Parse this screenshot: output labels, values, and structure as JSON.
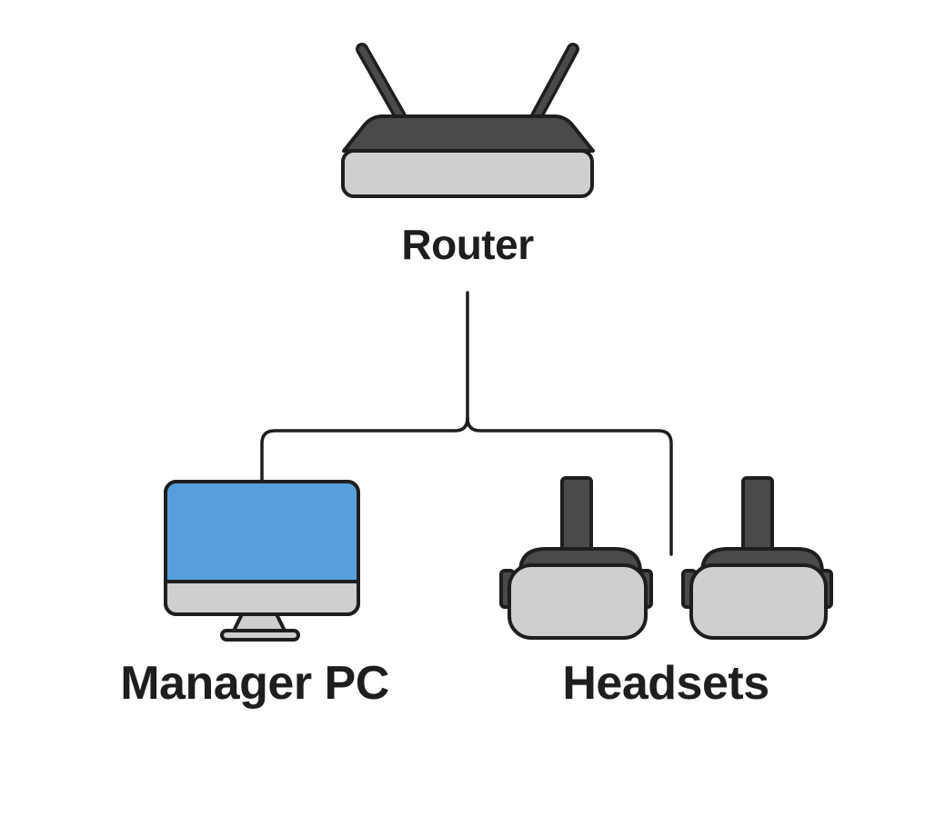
{
  "nodes": {
    "router": {
      "label": "Router",
      "icon": "router-icon"
    },
    "manager_pc": {
      "label": "Manager PC",
      "icon": "monitor-icon"
    },
    "headsets": {
      "label": "Headsets",
      "icon": "vr-headset-icon",
      "count": 2
    }
  },
  "edges": [
    {
      "from": "router",
      "to": "manager_pc"
    },
    {
      "from": "router",
      "to": "headsets"
    }
  ],
  "colors": {
    "outline": "#1e1e1e",
    "router_top": "#4a4a4a",
    "device_gray": "#cfcfcf",
    "headset_strap": "#4a4a4a",
    "screen_blue": "#579fda",
    "connector_line": "#1e1e1e"
  }
}
